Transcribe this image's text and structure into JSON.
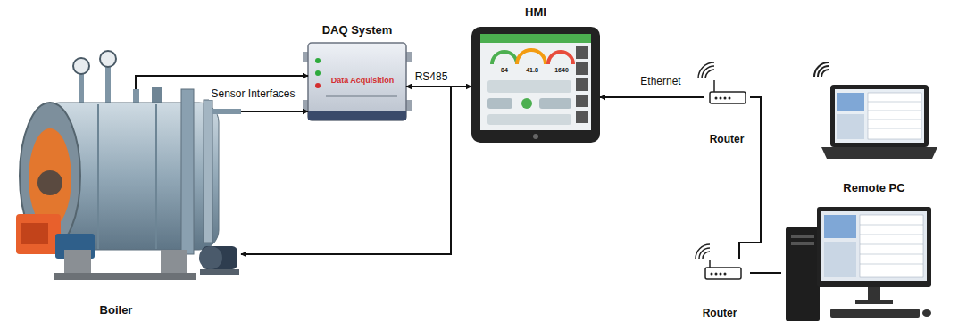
{
  "diagram": {
    "nodes": [
      {
        "text": [
          "Boiler"
        ]
      },
      {
        "text": [
          "DAQ System",
          "Data Acquisition"
        ]
      },
      {
        "text": [
          "HMI"
        ]
      },
      {
        "text": [
          "Router"
        ]
      },
      {
        "text": [
          "Router"
        ]
      },
      {
        "text": [
          "Remote PC"
        ]
      }
    ],
    "edges": [
      {
        "from": 0,
        "to": 1,
        "arrow": "to",
        "label": "Sensor Interfaces"
      },
      {
        "from": 0,
        "to": 1,
        "arrow": "to"
      },
      {
        "from": 1,
        "to": 2,
        "arrow": "both",
        "label": "RS485"
      },
      {
        "from": 2,
        "to": 0,
        "arrow": "to"
      },
      {
        "from": 3,
        "to": 2,
        "arrow": "to",
        "label": "Ethernet"
      },
      {
        "from": 3,
        "to": 4,
        "arrow": "none"
      },
      {
        "from": 4,
        "to": 5,
        "arrow": "none"
      }
    ],
    "labels": [
      "84",
      "41.8",
      "1640"
    ]
  }
}
